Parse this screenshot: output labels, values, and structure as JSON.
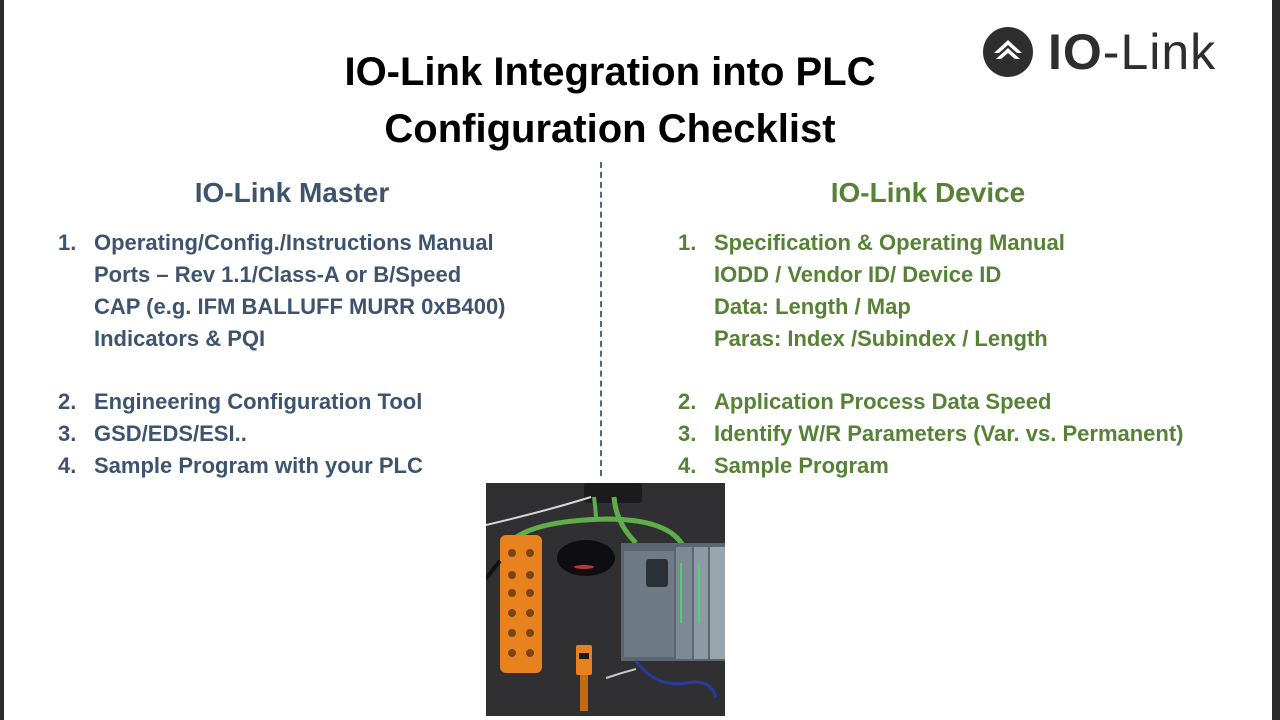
{
  "title": {
    "line1": "IO-Link Integration into PLC",
    "line2": "Configuration Checklist"
  },
  "logo": {
    "bold": "IO",
    "rest": "-Link",
    "icon": "io-link-logo-icon"
  },
  "master": {
    "heading": "IO-Link Master",
    "items": [
      {
        "num": "1.",
        "lines": [
          "Operating/Config./Instructions Manual",
          "Ports – Rev 1.1/Class-A or B/Speed",
          "CAP (e.g.  IFM BALLUFF MURR 0xB400)",
          "Indicators & PQI"
        ]
      },
      {
        "num": "2.",
        "text": "Engineering Configuration Tool"
      },
      {
        "num": "3.",
        "text": "GSD/EDS/ESI.."
      },
      {
        "num": "4.",
        "text": "Sample Program with your PLC"
      }
    ]
  },
  "device": {
    "heading": "IO-Link Device",
    "items": [
      {
        "num": "1.",
        "lines": [
          "Specification & Operating Manual",
          "IODD / Vendor ID/ Device ID",
          "Data:  Length / Map",
          "Paras: Index /Subindex / Length"
        ]
      },
      {
        "num": "2.",
        "text": "Application Process Data Speed"
      },
      {
        "num": "3.",
        "text": "Identify W/R Parameters (Var. vs. Permanent)"
      },
      {
        "num": "4.",
        "text": "Sample Program"
      }
    ]
  },
  "colors": {
    "master": "#3d546e",
    "device": "#558235",
    "divider": "#4a6a87",
    "logo": "#2e2e2e"
  }
}
